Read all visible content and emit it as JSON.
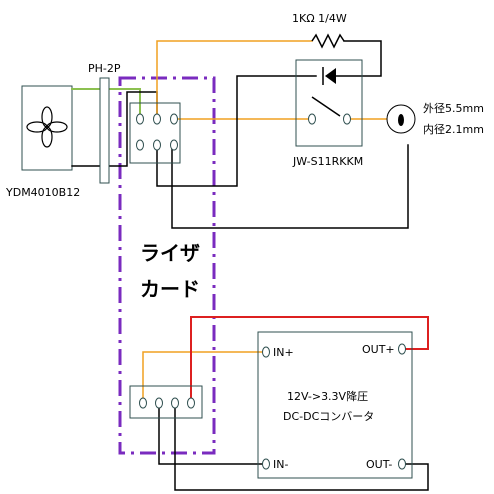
{
  "labels": {
    "resistor": "1KΩ 1/4W",
    "connector": "PH-2P",
    "fan_model": "YDM4010B12",
    "switch_model": "JW-S11RKKM",
    "jack_outer": "外径5.5mm",
    "jack_inner": "内径2.1mm",
    "riser_line1": "ライザ",
    "riser_line2": "カード",
    "in_plus": "IN+",
    "in_minus": "IN-",
    "out_plus": "OUT+",
    "out_minus": "OUT-",
    "converter_line1": "12V->3.3V降圧",
    "converter_line2": "DC-DCコンバータ"
  },
  "colors": {
    "orange_wire": "#f0a020",
    "green_wire": "#8cc050",
    "red_wire": "#dd2020",
    "black_wire": "#000000",
    "riser_dash": "#7a2bbf",
    "box_outline": "#2f4f4f"
  }
}
